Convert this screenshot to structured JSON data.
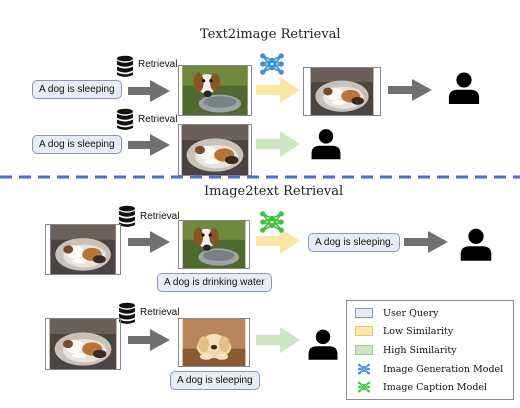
{
  "title_top": "Text2image Retrieval",
  "title_bottom": "Image2text Retrieval",
  "retrieval_label": "Retrieval",
  "queries": {
    "t2i_row1": "A dog is sleeping",
    "t2i_row2": "A dog is sleeping",
    "i2t_row1_retrieved": "A dog is drinking water",
    "i2t_row1_generated": "A dog is sleeping.",
    "i2t_row2_retrieved": "A dog is sleeping"
  },
  "legend": {
    "items": [
      {
        "label": "User Query",
        "kind": "box",
        "color": "#e7ecf6"
      },
      {
        "label": "Low Similarity",
        "kind": "box",
        "color": "#fbe7a3"
      },
      {
        "label": "High Similarity",
        "kind": "box",
        "color": "#cde6c2"
      },
      {
        "label": "Image Generation Model",
        "kind": "icon",
        "color": "#3d8fd6"
      },
      {
        "label": "Image Caption Model",
        "kind": "icon",
        "color": "#3ec23e"
      }
    ]
  },
  "colors": {
    "divider": "#4a6fce",
    "gray_arrow": "#707070",
    "low_similarity": "#fbe7a3",
    "high_similarity": "#cde6c2",
    "generation_model": "#3d8fd6",
    "caption_model": "#3ec23e"
  }
}
